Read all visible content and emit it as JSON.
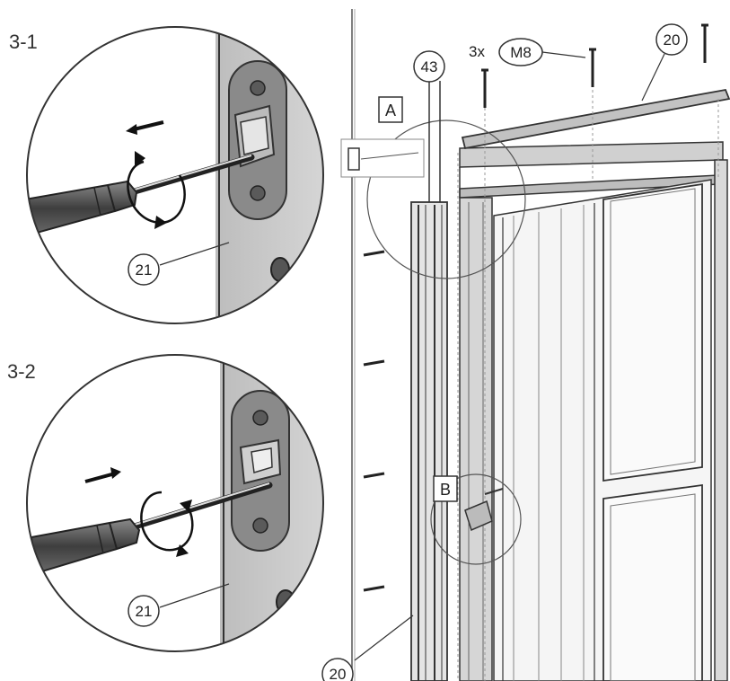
{
  "steps": {
    "step1": {
      "label": "3-1",
      "part_callout": "21"
    },
    "step2": {
      "label": "3-2",
      "part_callout": "21"
    }
  },
  "door": {
    "callout_43": "43",
    "quantity": "3x",
    "screw": "M8",
    "callout_top_beam": "20",
    "callout_bottom_frame": "20",
    "detail_a": "A",
    "detail_b": "B"
  },
  "colors": {
    "line": "#333333",
    "frame_fill": "#c8c8c8",
    "plate_fill": "#8a8a8a",
    "handle_dark": "#4a4a4a"
  }
}
